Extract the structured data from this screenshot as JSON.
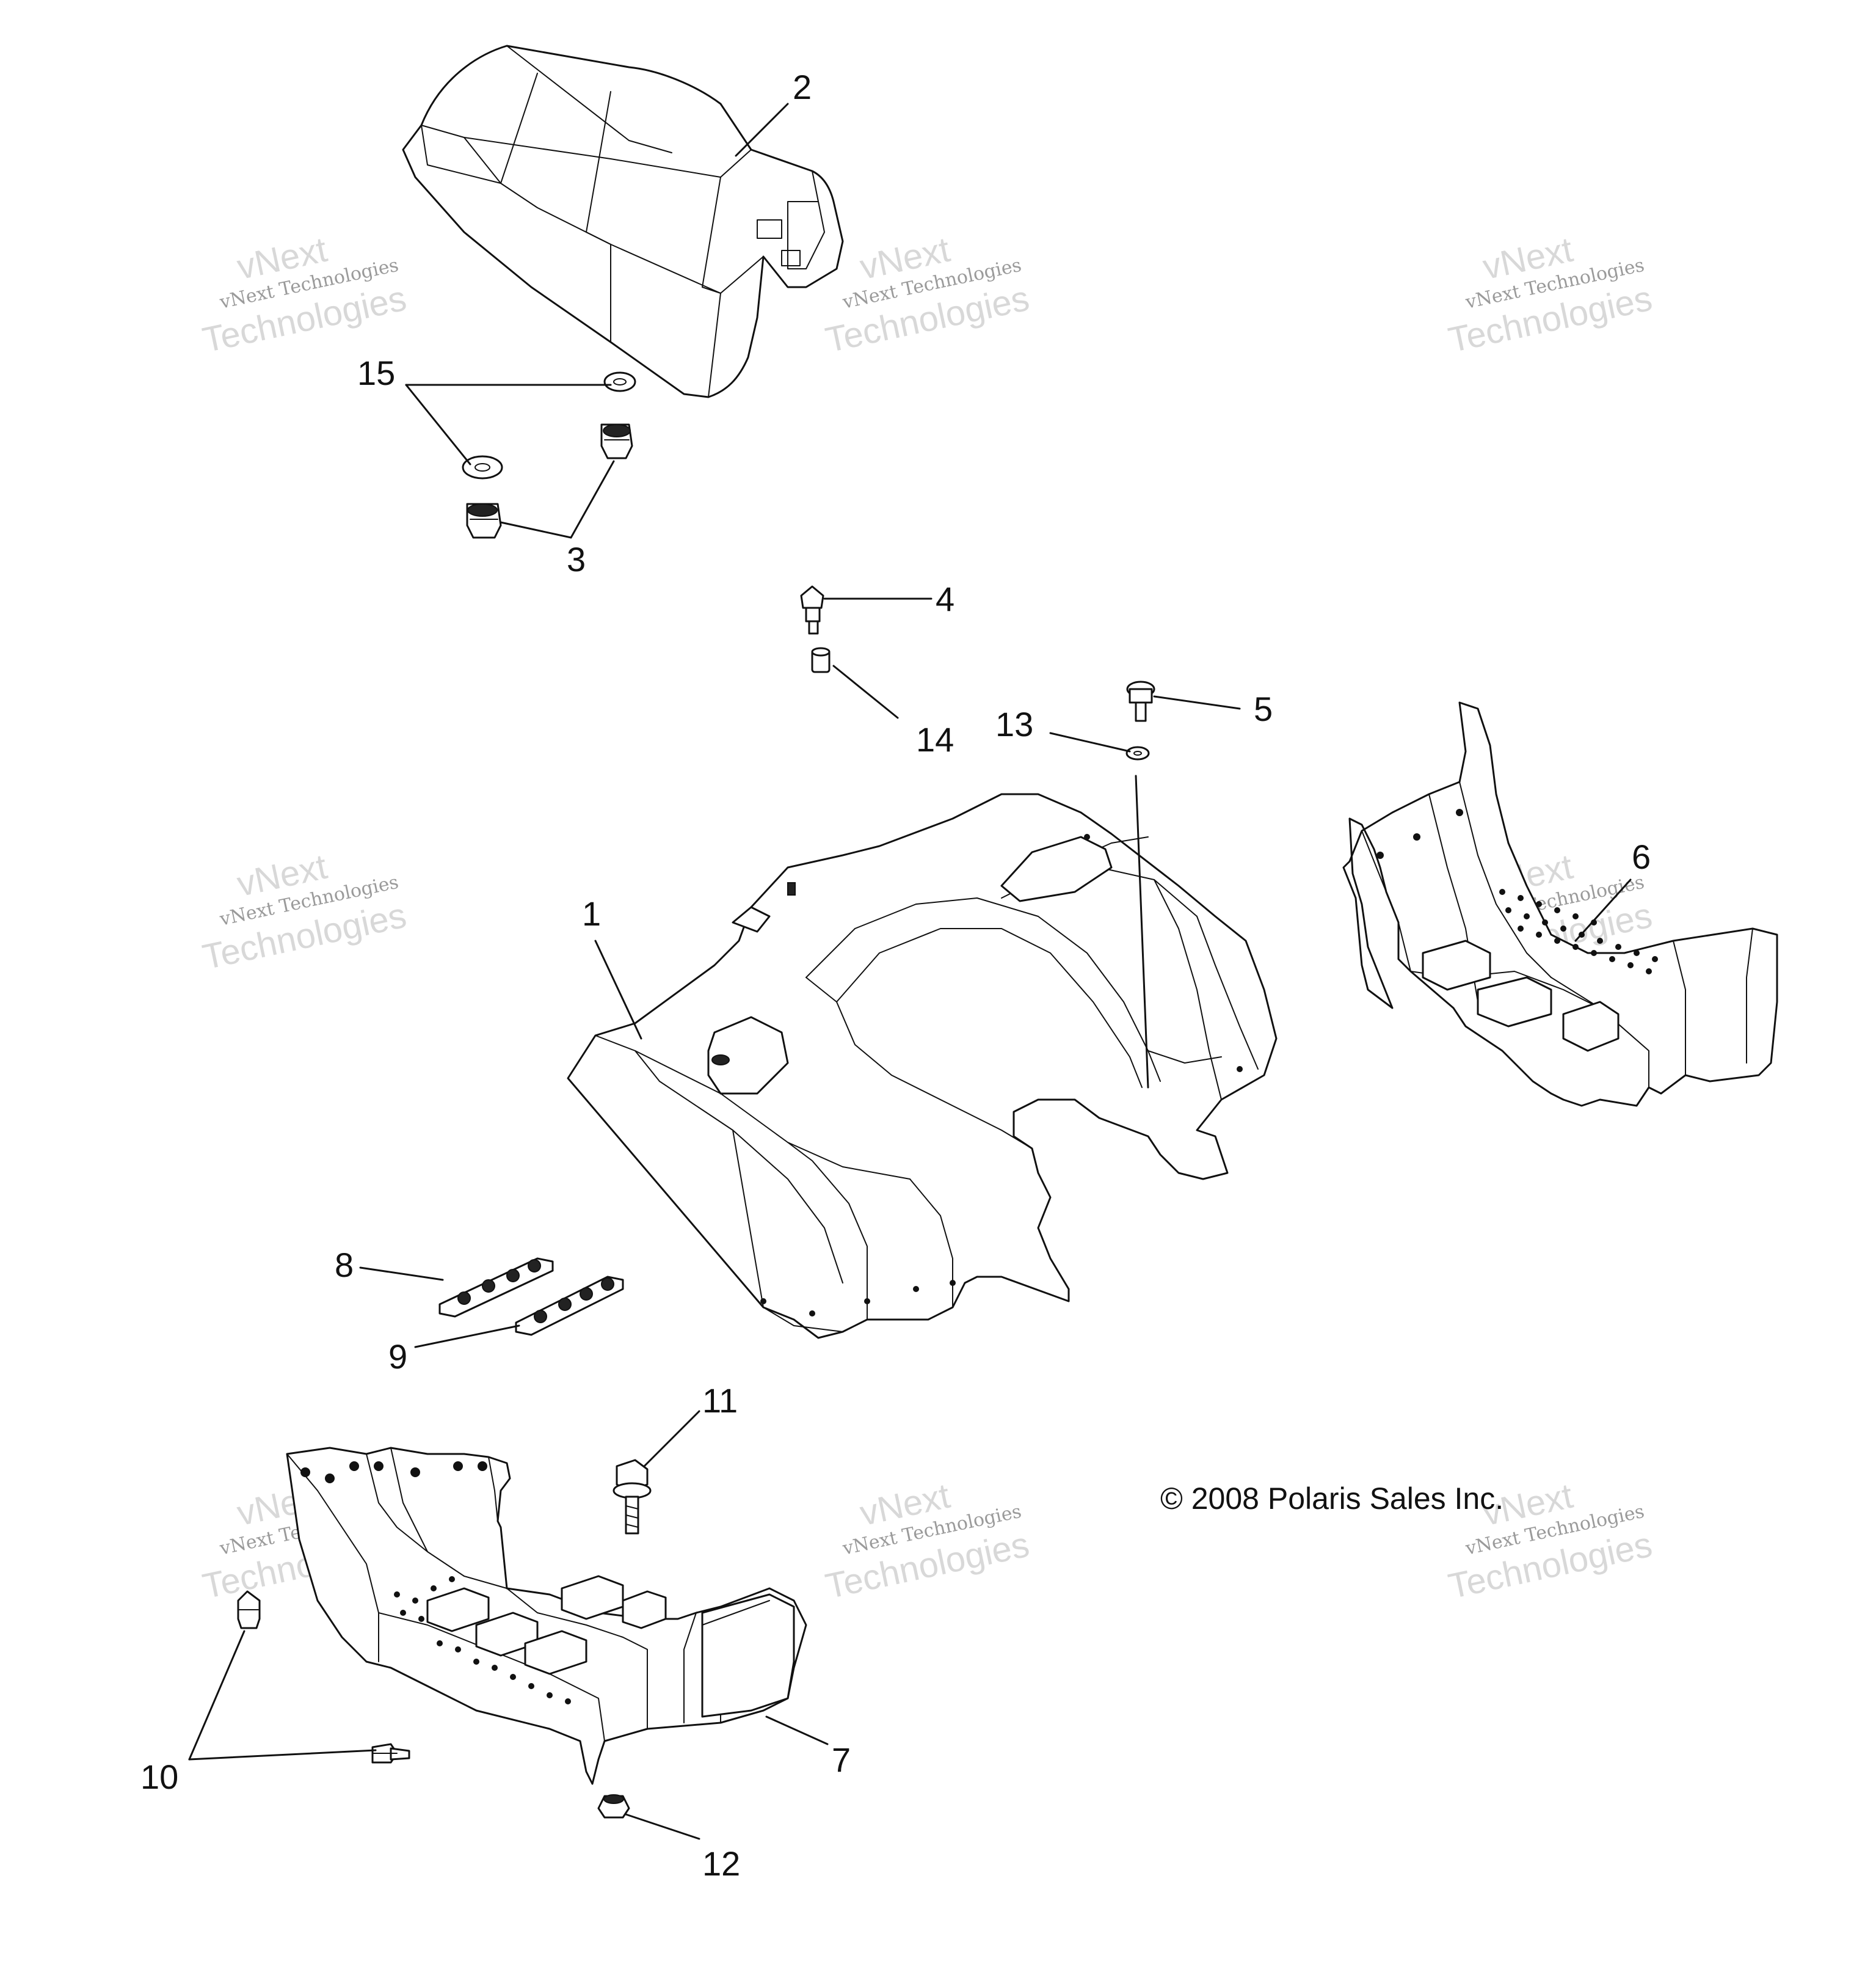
{
  "callouts": [
    {
      "num": "1"
    },
    {
      "num": "2"
    },
    {
      "num": "3"
    },
    {
      "num": "4"
    },
    {
      "num": "5"
    },
    {
      "num": "6"
    },
    {
      "num": "7"
    },
    {
      "num": "8"
    },
    {
      "num": "9"
    },
    {
      "num": "10"
    },
    {
      "num": "11"
    },
    {
      "num": "12"
    },
    {
      "num": "13"
    },
    {
      "num": "14"
    },
    {
      "num": "15"
    }
  ],
  "copyright": "© 2008 Polaris Sales Inc.",
  "watermark": {
    "line1": "vNext",
    "line2": "vNext Technologies",
    "line3": "Technologies"
  }
}
